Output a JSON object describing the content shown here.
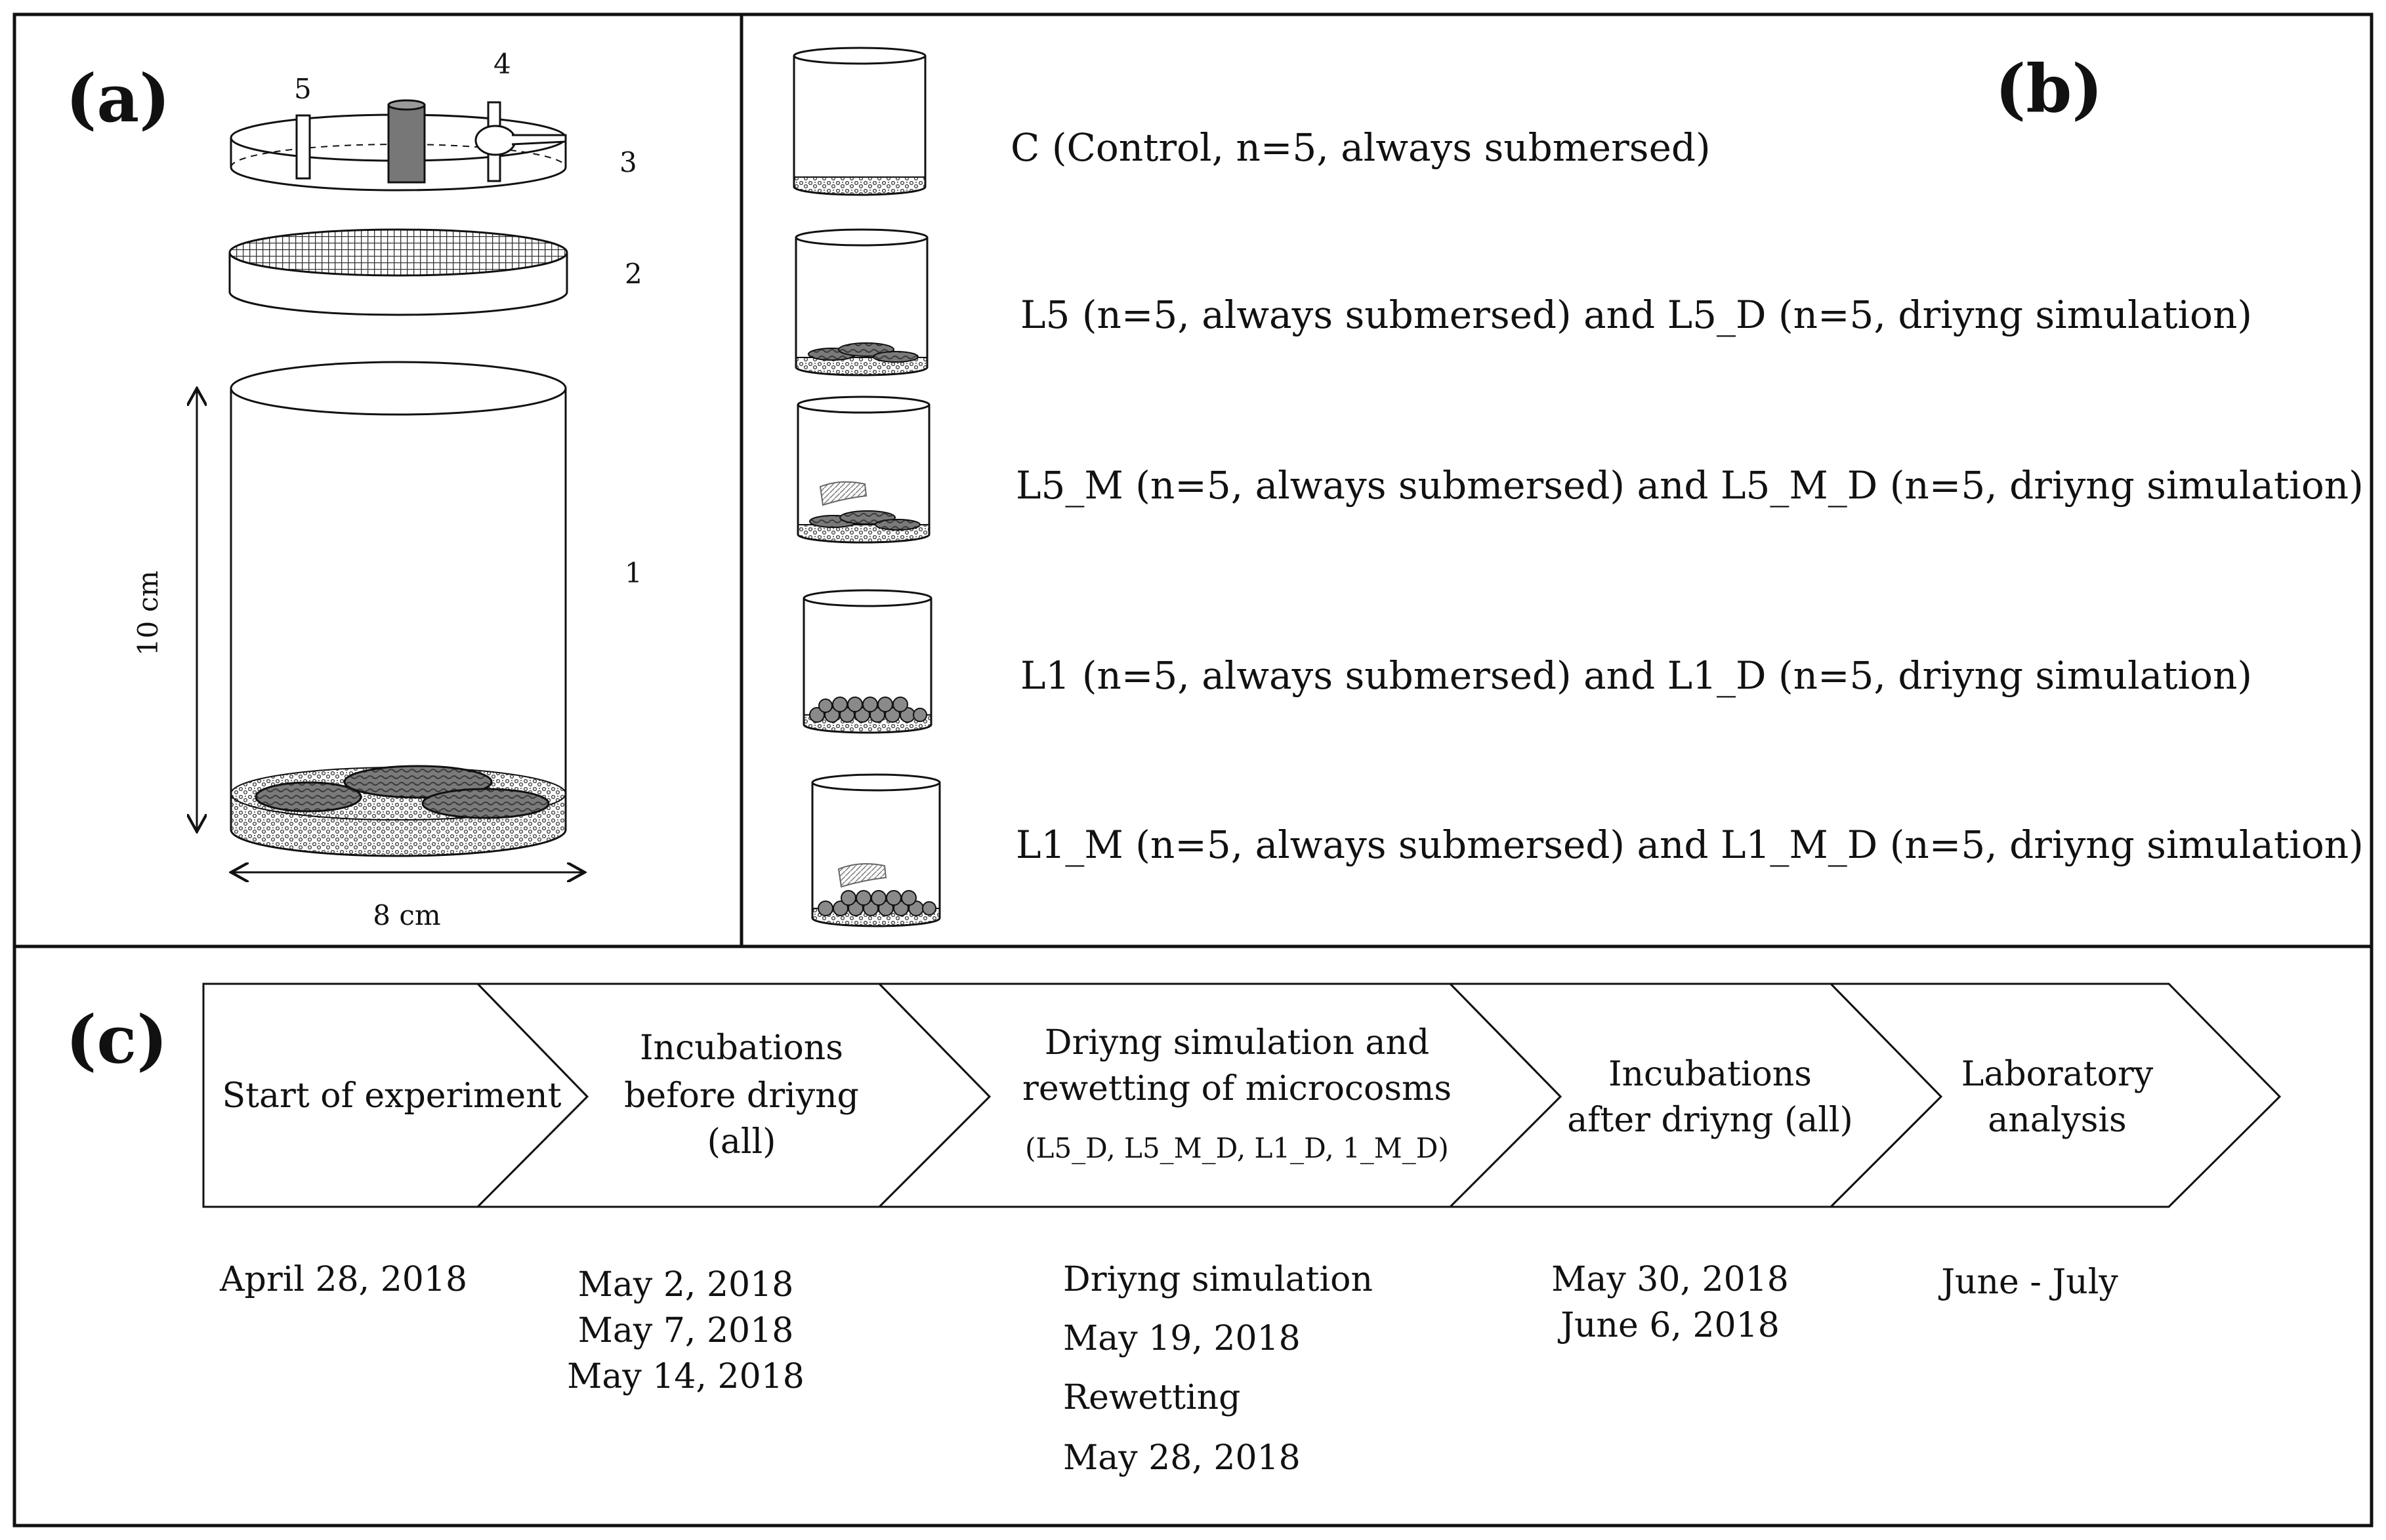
{
  "panels": {
    "a": {
      "label": "(a)",
      "part_numbers": [
        "1",
        "2",
        "3",
        "4",
        "5"
      ],
      "height_label": "10 cm",
      "width_label": "8 cm"
    },
    "b": {
      "label": "(b)",
      "treatments": [
        "C (Control, n=5, always submersed)",
        "L5 (n=5, always submersed) and L5_D (n=5, driyng simulation)",
        "L5_M (n=5, always submersed) and L5_M_D (n=5, driyng simulation)",
        "L1 (n=5, always submersed) and L1_D (n=5, driyng simulation)",
        "L1_M (n=5, always submersed) and L1_M_D (n=5, driyng simulation)"
      ]
    },
    "c": {
      "label": "(c)",
      "steps": [
        {
          "lines": [
            "Start of experiment"
          ],
          "sub": "",
          "dates": [
            "April 28, 2018"
          ]
        },
        {
          "lines": [
            "Incubations",
            "before driyng",
            "(all)"
          ],
          "sub": "",
          "dates": [
            "May 2, 2018",
            "May 7, 2018",
            "May 14, 2018"
          ]
        },
        {
          "lines": [
            "Driyng simulation  and",
            "rewetting of microcosms"
          ],
          "sub": "(L5_D, L5_M_D, L1_D, 1_M_D)",
          "dates": [
            "Driyng simulation",
            "May 19, 2018",
            "Rewetting",
            "May 28, 2018"
          ]
        },
        {
          "lines": [
            "Incubations",
            "after driyng  (all)"
          ],
          "sub": "",
          "dates": [
            "May 30, 2018",
            "June 6, 2018"
          ]
        },
        {
          "lines": [
            "Laboratory",
            "analysis"
          ],
          "sub": "",
          "dates": [
            "June - July"
          ]
        }
      ]
    }
  }
}
